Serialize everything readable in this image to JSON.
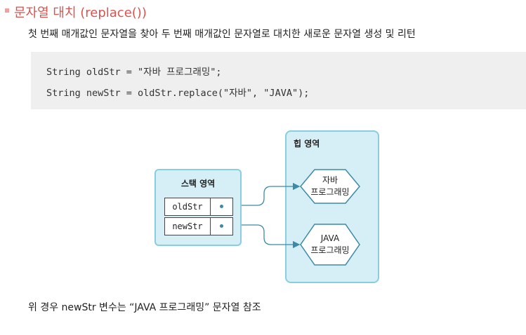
{
  "title": "문자열 대치 (replace())",
  "description": "첫 번째 매개값인 문자열을 찾아 두 번째 매개값인 문자열로 대치한 새로운 문자열 생성 및 리턴",
  "code": {
    "line1": "String oldStr = \"자바 프로그래밍\";",
    "line2": "String newStr = oldStr.replace(\"자바\", \"JAVA\");"
  },
  "diagram": {
    "stack_label": "스택 영역",
    "heap_label": "힙 영역",
    "variables": [
      "oldStr",
      "newStr"
    ],
    "objects": [
      {
        "line1": "자바",
        "line2": "프로그래밍"
      },
      {
        "line1": "JAVA",
        "line2": "프로그래밍"
      }
    ]
  },
  "footer": "위 경우 newStr 변수는 “JAVA 프로그래밍” 문자열 참조",
  "colors": {
    "title": "#d9534f",
    "bullet": "#f4a09a",
    "area_fill": "#d6eef5",
    "area_border": "#88cde0",
    "arrow": "#3b8aa8"
  }
}
